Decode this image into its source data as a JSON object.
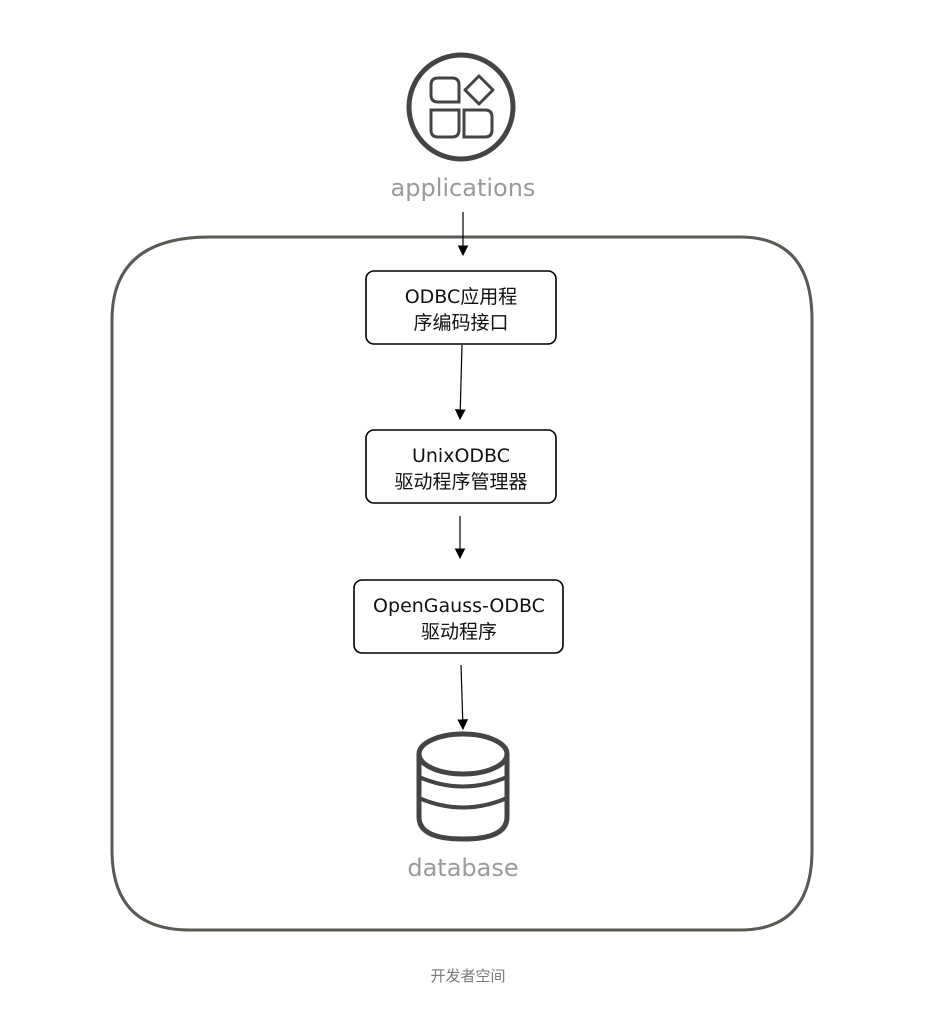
{
  "diagram": {
    "applications": {
      "icon": "applications-icon",
      "label": "applications"
    },
    "nodes": [
      {
        "line1": "ODBC应用程",
        "line2": "序编码接口"
      },
      {
        "line1": "UnixODBC",
        "line2": "驱动程序管理器"
      },
      {
        "line1": "OpenGauss-ODBC",
        "line2": "驱动程序"
      }
    ],
    "database": {
      "icon": "database-icon",
      "label": "database"
    },
    "footer": "开发者空间",
    "colors": {
      "boundary": "#5a5a55",
      "icon": "#444444",
      "caption": "#9a9a9a"
    }
  }
}
